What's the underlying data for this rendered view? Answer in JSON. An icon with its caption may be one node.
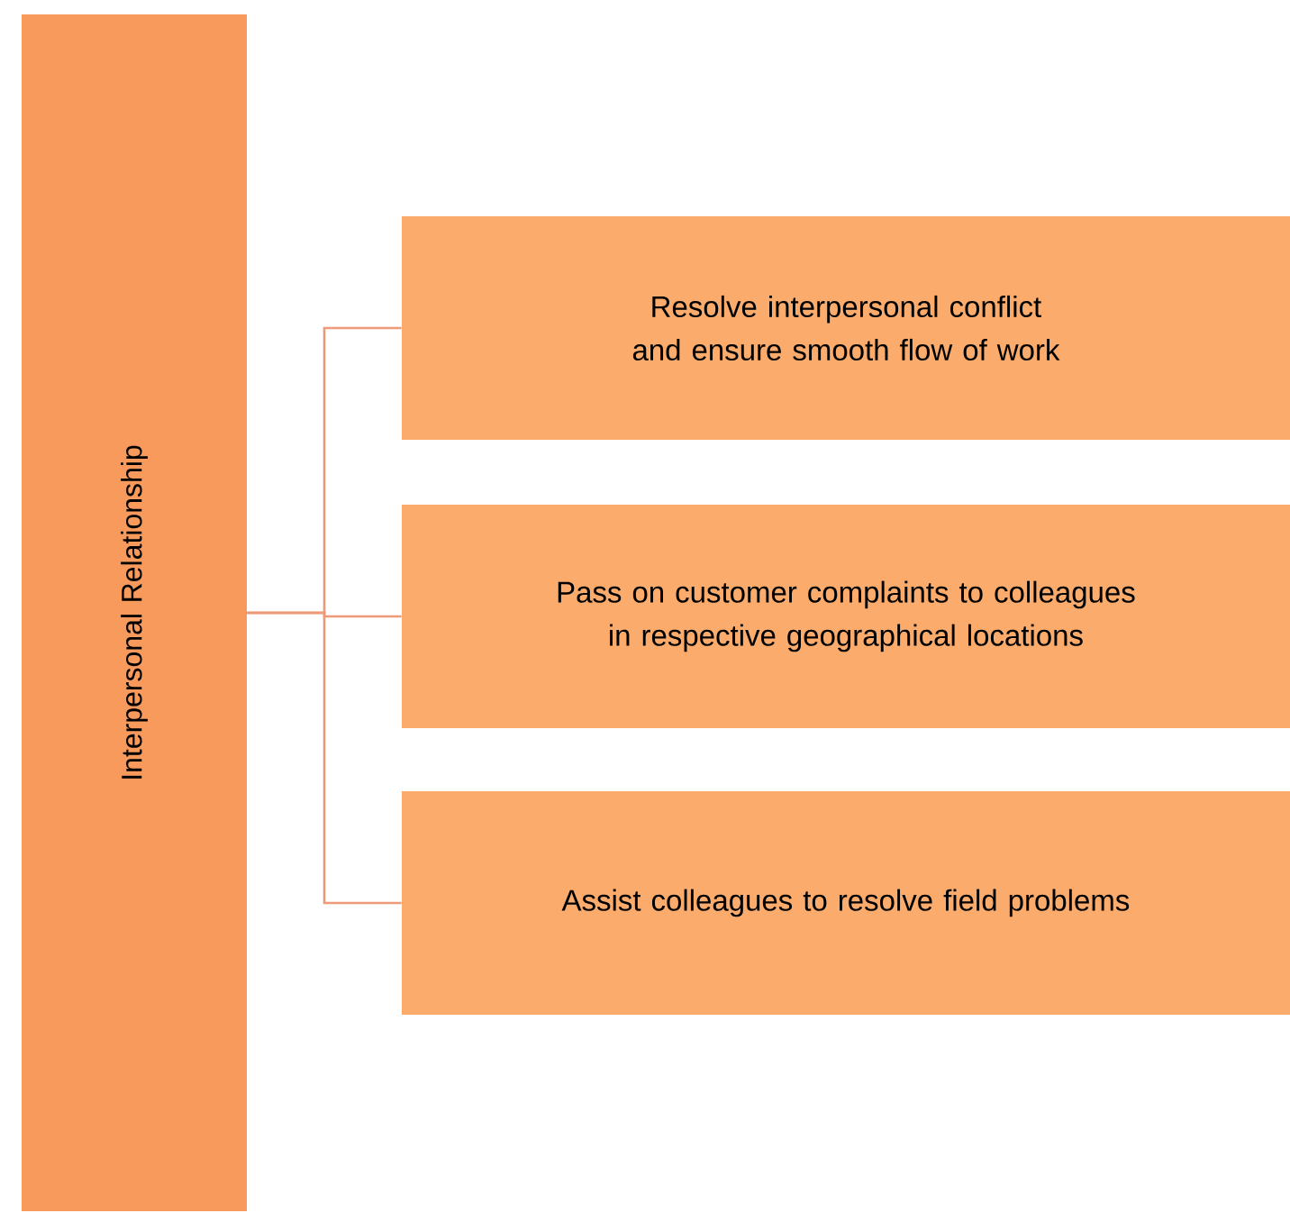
{
  "diagram": {
    "nodes": [
      {
        "text": [
          "Interpersonal Relationship"
        ]
      },
      {
        "text": [
          "Resolve interpersonal conflict and ensure smooth flow of work"
        ]
      },
      {
        "text": [
          "Pass on customer complaints to colleagues in respective geographical locations"
        ]
      },
      {
        "text": [
          "Assist colleagues to resolve field problems"
        ]
      }
    ],
    "edges": [
      {
        "from": 0,
        "to": 1,
        "arrow": "none"
      },
      {
        "from": 0,
        "to": 2,
        "arrow": "none"
      },
      {
        "from": 0,
        "to": 3,
        "arrow": "none"
      }
    ]
  }
}
